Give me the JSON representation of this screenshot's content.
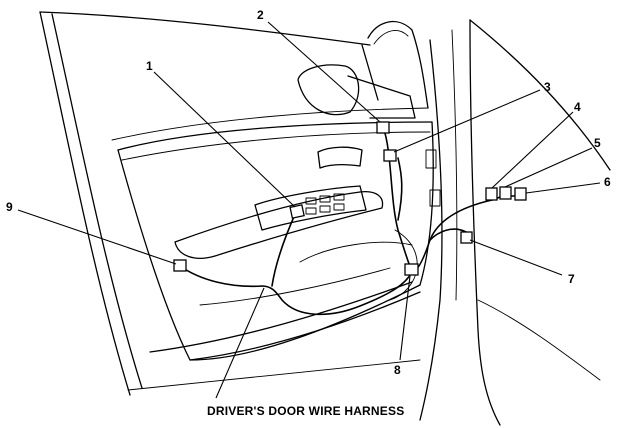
{
  "callouts": [
    {
      "number": "1"
    },
    {
      "number": "2"
    },
    {
      "number": "3"
    },
    {
      "number": "4"
    },
    {
      "number": "5"
    },
    {
      "number": "6"
    },
    {
      "number": "7"
    },
    {
      "number": "8"
    },
    {
      "number": "9"
    }
  ],
  "harness_label": "DRIVER'S DOOR WIRE HARNESS"
}
